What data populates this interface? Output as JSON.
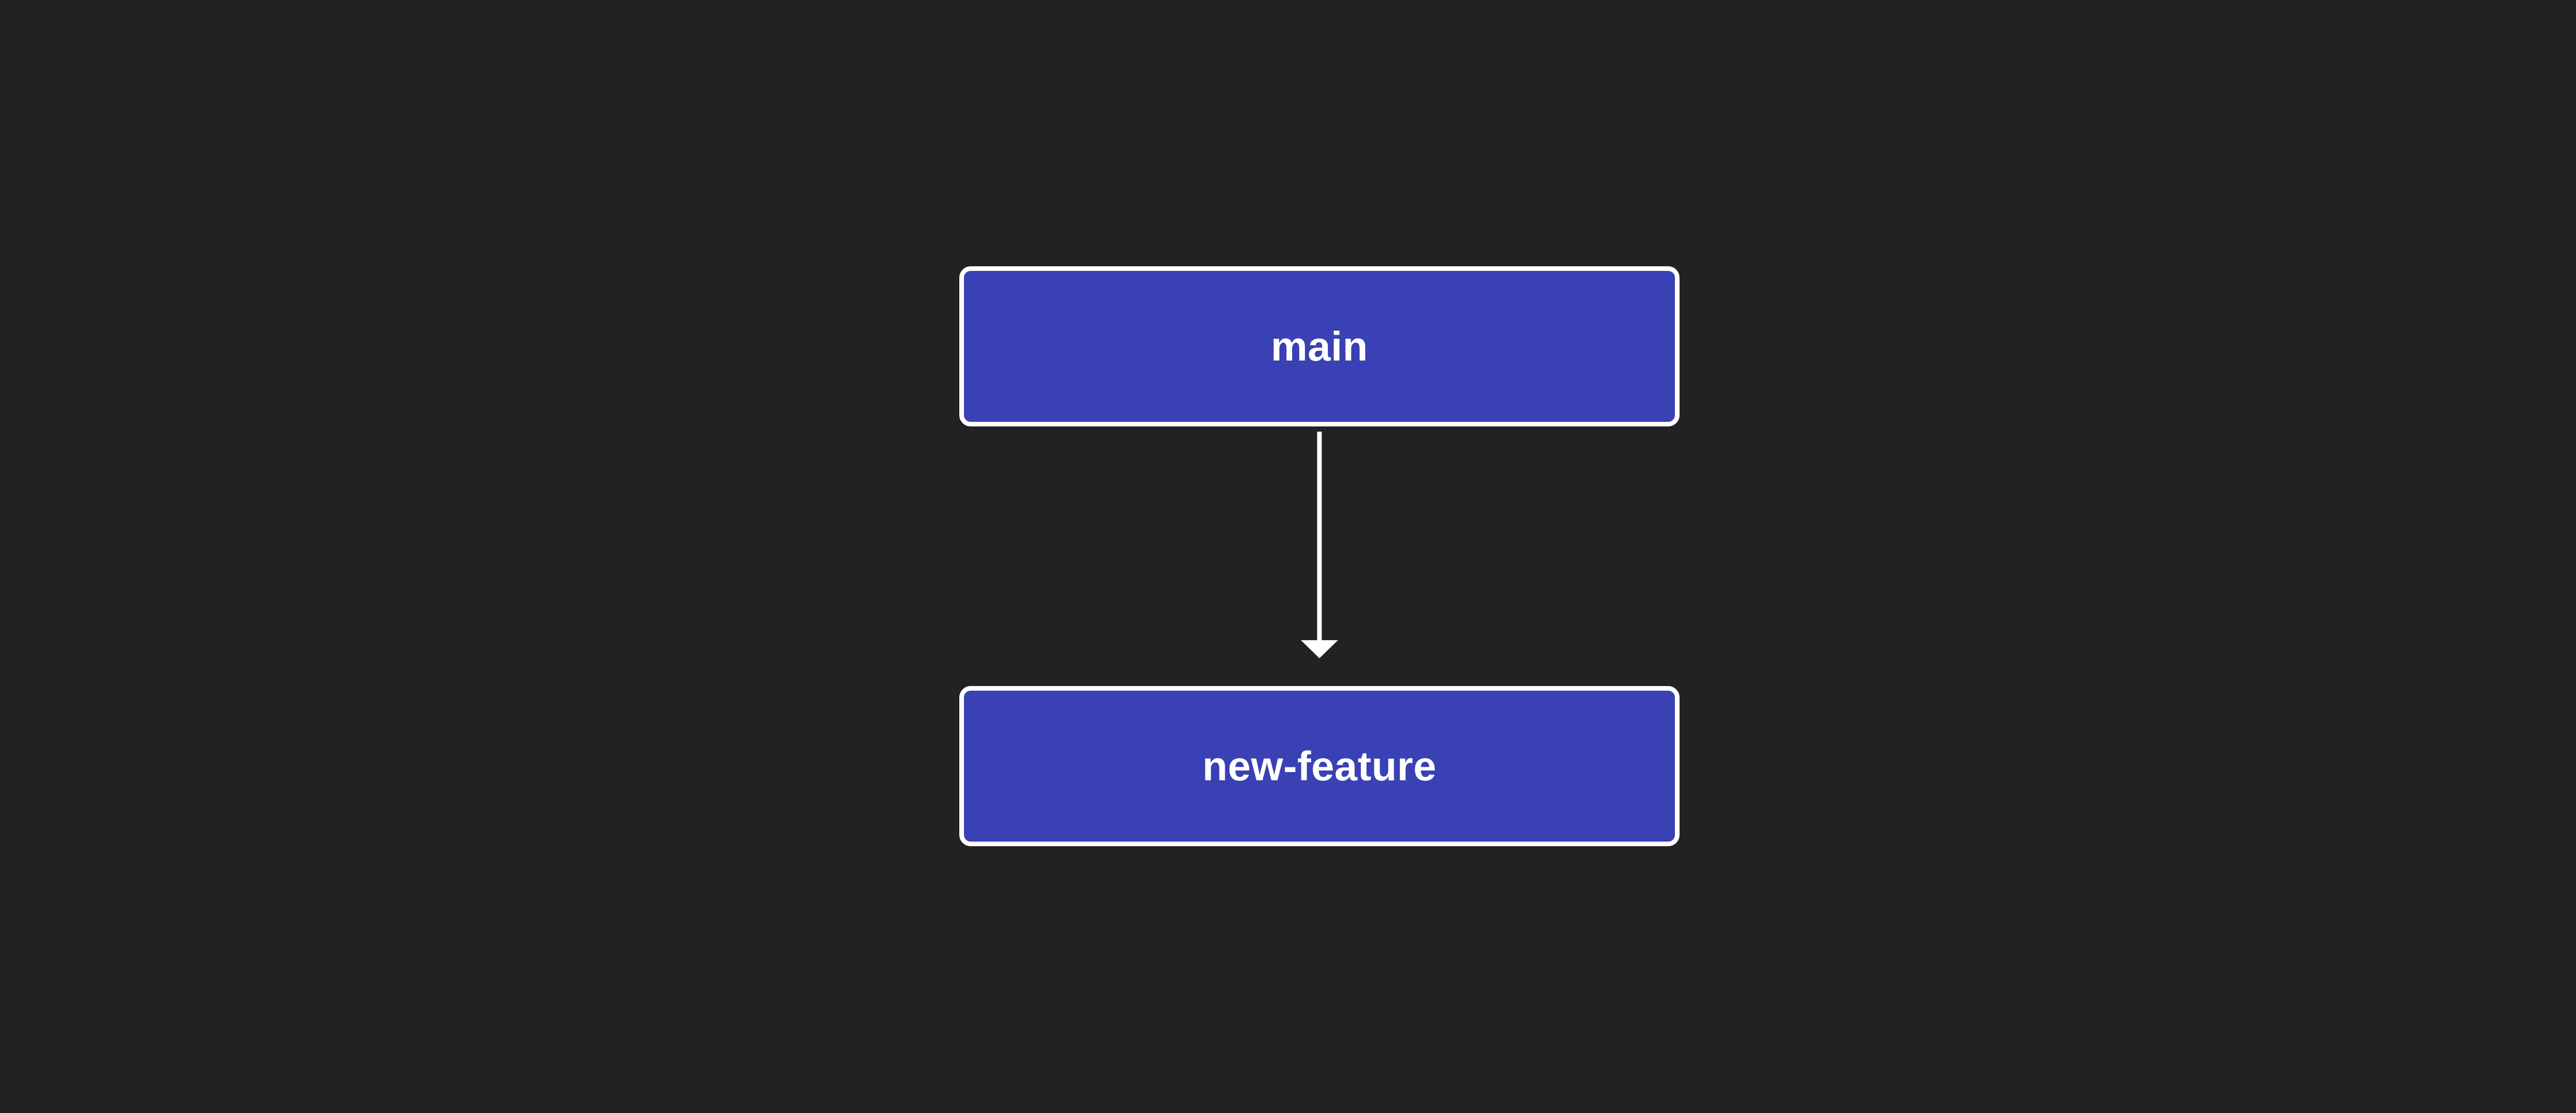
{
  "diagram": {
    "type": "flowchart",
    "direction": "top-down",
    "background_color": "#222222",
    "node_fill_color": "#3A41B4",
    "node_border_color": "#FFFFFF",
    "node_text_color": "#FFFFFF",
    "edge_color": "#FFFFFF",
    "nodes": [
      {
        "id": "main",
        "label": "main",
        "shape": "rounded-rectangle"
      },
      {
        "id": "new-feature",
        "label": "new-feature",
        "shape": "rounded-rectangle"
      }
    ],
    "edges": [
      {
        "id": "main-to-new-feature",
        "from": "main",
        "to": "new-feature",
        "label": "",
        "arrowhead": "filled-triangle",
        "style": "solid"
      }
    ]
  }
}
